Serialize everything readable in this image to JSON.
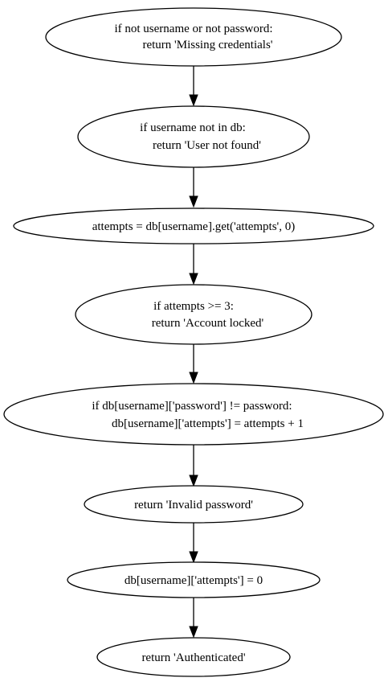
{
  "flowchart": {
    "nodes": [
      {
        "lines": [
          "if not username or not password:",
          "    return 'Missing credentials'"
        ]
      },
      {
        "lines": [
          "if username not in db:",
          "    return 'User not found'"
        ]
      },
      {
        "lines": [
          "attempts = db[username].get('attempts', 0)"
        ]
      },
      {
        "lines": [
          "if attempts >= 3:",
          "    return 'Account locked'"
        ]
      },
      {
        "lines": [
          "if db[username]['password'] != password:",
          "    db[username]['attempts'] = attempts + 1"
        ]
      },
      {
        "lines": [
          "return 'Invalid password'"
        ]
      },
      {
        "lines": [
          "db[username]['attempts'] = 0"
        ]
      },
      {
        "lines": [
          "return 'Authenticated'"
        ]
      }
    ]
  }
}
